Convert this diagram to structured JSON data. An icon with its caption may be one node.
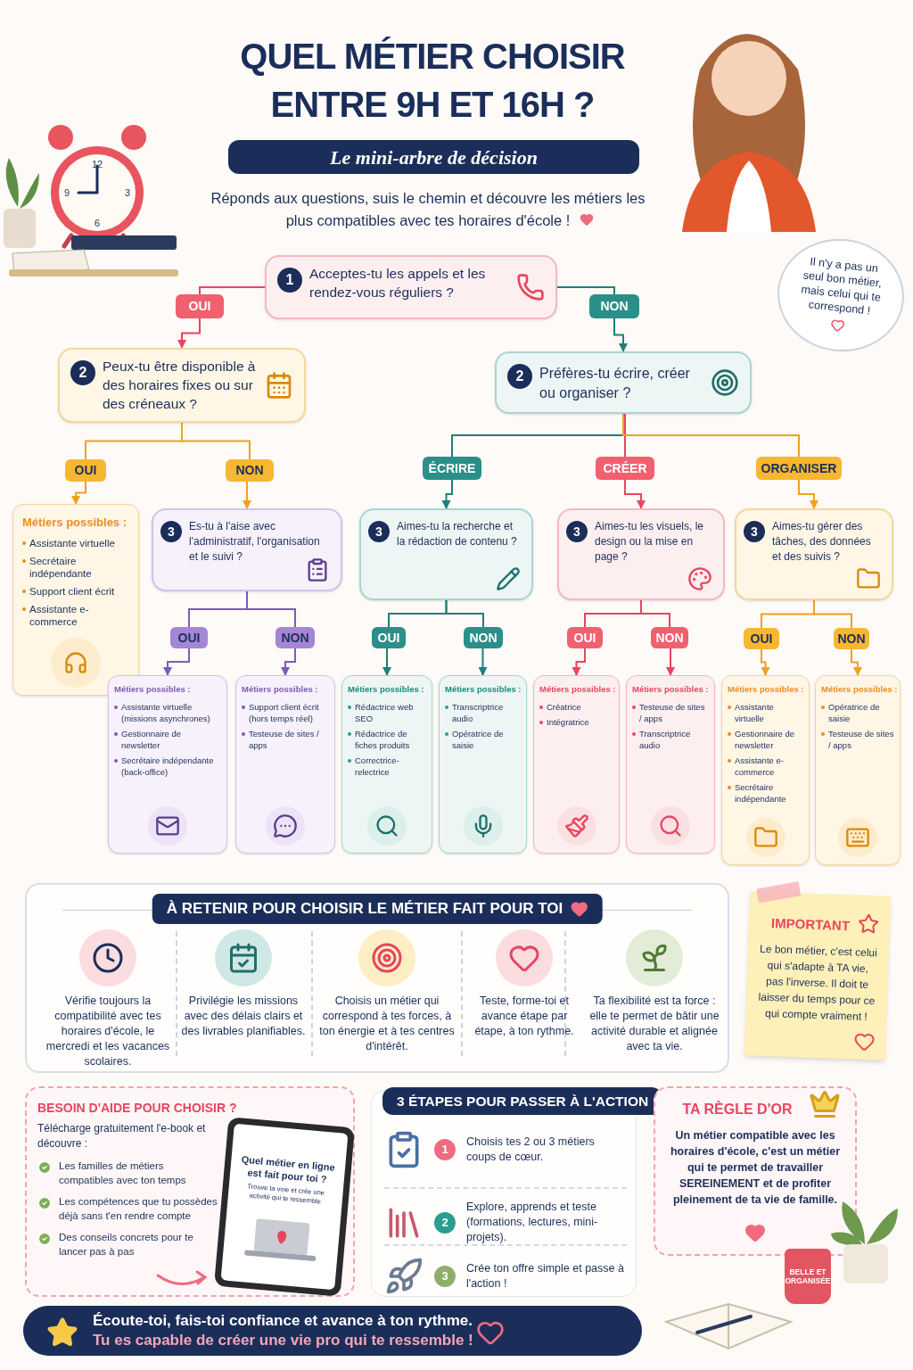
{
  "diagram": {
    "title": "QUEL MÉTIER CHOISIR ENTRE 9H ET 16H ?",
    "nodes": [
      {
        "text": [
          "1",
          "Acceptes-tu les appels et les rendez-vous réguliers ?"
        ]
      },
      {
        "text": [
          "OUI"
        ]
      },
      {
        "text": [
          "NON"
        ]
      },
      {
        "text": [
          "2",
          "Peux-tu être disponible à des horaires fixes ou sur des créneaux ?"
        ]
      },
      {
        "text": [
          "2",
          "Préfères-tu écrire, créer ou organiser ?"
        ]
      },
      {
        "text": [
          "OUI"
        ]
      },
      {
        "text": [
          "NON"
        ]
      },
      {
        "text": [
          "Métiers possibles :",
          "Assistante virtuelle",
          "Secrétaire indépendante",
          "Support client écrit",
          "Assistante e-commerce"
        ]
      },
      {
        "text": [
          "3",
          "Es-tu à l'aise avec l'administratif, l'organisation et le suivi ?"
        ]
      },
      {
        "text": [
          "ÉCRIRE"
        ]
      },
      {
        "text": [
          "CRÉER"
        ]
      },
      {
        "text": [
          "ORGANISER"
        ]
      },
      {
        "text": [
          "3",
          "Aimes-tu la recherche et la rédaction de contenu ?"
        ]
      },
      {
        "text": [
          "3",
          "Aimes-tu les visuels, le design ou la mise en page ?"
        ]
      },
      {
        "text": [
          "3",
          "Aimes-tu gérer des tâches, des données et des suivis ?"
        ]
      },
      {
        "text": [
          "OUI"
        ]
      },
      {
        "text": [
          "NON"
        ]
      },
      {
        "text": [
          "OUI"
        ]
      },
      {
        "text": [
          "NON"
        ]
      },
      {
        "text": [
          "OUI"
        ]
      },
      {
        "text": [
          "NON"
        ]
      },
      {
        "text": [
          "OUI"
        ]
      },
      {
        "text": [
          "NON"
        ]
      },
      {
        "text": [
          "Métiers possibles :",
          "Assistante virtuelle (missions asynchrones)",
          "Gestionnaire de newsletter",
          "Secrétaire indépendante (back-office)"
        ]
      },
      {
        "text": [
          "Métiers possibles :",
          "Support client écrit (hors temps réel)",
          "Testeuse de sites / apps"
        ]
      },
      {
        "text": [
          "Métiers possibles :",
          "Rédactrice web SEO",
          "Rédactrice de fiches produits",
          "Correctrice-relectrice"
        ]
      },
      {
        "text": [
          "Métiers possibles :",
          "Transcriptrice audio",
          "Opératrice de saisie"
        ]
      },
      {
        "text": [
          "Métiers possibles :",
          "Créatrice",
          "Intégratrice"
        ]
      },
      {
        "text": [
          "Métiers possibles :",
          "Testeuse de sites / apps",
          "Transcriptrice audio"
        ]
      },
      {
        "text": [
          "Métiers possibles :",
          "Assistante virtuelle",
          "Gestionnaire de newsletter",
          "Assistante e-commerce",
          "Secrétaire indépendante"
        ]
      },
      {
        "text": [
          "Métiers possibles :",
          "Opératrice de saisie",
          "Testeuse de sites / apps"
        ]
      },
      {
        "text": [
          "À RETENIR POUR CHOISIR LE MÉTIER FAIT POUR TOI"
        ]
      },
      {
        "text": [
          "Vérifie toujours la compatibilité avec tes horaires d'école, le mercredi et les vacances scolaires."
        ],
        "in": 31
      },
      {
        "text": [
          "Privilégie les missions avec des délais clairs et des livrables planifiables."
        ],
        "in": 31
      },
      {
        "text": [
          "Choisis un métier qui correspond à tes forces, à ton énergie et à tes centres d'intérêt."
        ],
        "in": 31
      },
      {
        "text": [
          "Teste, forme-toi et avance étape par étape, à ton rythme."
        ],
        "in": 31
      },
      {
        "text": [
          "Ta flexibilité est ta force : elle te permet de bâtir une activité durable et alignée avec ta vie."
        ],
        "in": 31
      },
      {
        "text": [
          "IMPORTANT",
          "Le bon métier, c'est celui qui s'adapte à TA vie, pas l'inverse. Il doit te laisser du temps pour ce qui compte vraiment !"
        ]
      },
      {
        "text": [
          "BESOIN D'AIDE POUR CHOISIR ?",
          "Télécharge gratuitement l'e-book et découvre :",
          "Les familles de métiers compatibles avec ton temps",
          "Les compétences que tu possèdes déjà sans t'en rendre compte",
          "Des conseils concrets pour te lancer pas à pas"
        ]
      },
      {
        "text": [
          "3 ÉTAPES POUR PASSER À L'ACTION",
          "1",
          "Choisis tes 2 ou 3 métiers coups de cœur.",
          "2",
          "Explore, apprends et teste (formations, lectures, mini-projets).",
          "3",
          "Crée ton offre simple et passe à l'action !"
        ]
      },
      {
        "text": [
          "TA RÈGLE D'OR",
          "Un métier compatible avec les horaires d'école, c'est un métier qui te permet de travailler SEREINEMENT et de profiter pleinement de ta vie de famille."
        ]
      },
      {
        "text": [
          "Écoute-toi, fais-toi confiance et avance à ton rythme.",
          "Tu es capable de créer une vie pro qui te ressemble !"
        ]
      },
      {
        "text": [
          "Il n'y a pas un seul bon métier, mais celui qui te correspond !"
        ]
      }
    ],
    "edges": [
      {
        "from": 0,
        "to": 1,
        "arrow": "none",
        "color": "#e8455f"
      },
      {
        "from": 1,
        "to": 3,
        "arrow": "to",
        "color": "#e8455f"
      },
      {
        "from": 0,
        "to": 2,
        "arrow": "none",
        "color": "#1f7f7a"
      },
      {
        "from": 2,
        "to": 4,
        "arrow": "to",
        "color": "#1f7f7a"
      },
      {
        "from": 3,
        "to": 5,
        "arrow": "none",
        "color": "#f0a21f"
      },
      {
        "from": 5,
        "to": 7,
        "arrow": "to",
        "color": "#f0a21f"
      },
      {
        "from": 3,
        "to": 6,
        "arrow": "none",
        "color": "#f0a21f"
      },
      {
        "from": 6,
        "to": 8,
        "arrow": "to",
        "color": "#f0a21f"
      },
      {
        "from": 4,
        "to": 9,
        "arrow": "none",
        "color": "#1f7f7a"
      },
      {
        "from": 9,
        "to": 12,
        "arrow": "to",
        "color": "#1f7f7a"
      },
      {
        "from": 4,
        "to": 10,
        "arrow": "none",
        "color": "#e8455f"
      },
      {
        "from": 10,
        "to": 13,
        "arrow": "to",
        "color": "#e8455f"
      },
      {
        "from": 4,
        "to": 11,
        "arrow": "none",
        "color": "#f0a21f"
      },
      {
        "from": 11,
        "to": 14,
        "arrow": "to",
        "color": "#f0a21f"
      },
      {
        "from": 8,
        "to": 15,
        "arrow": "none",
        "color": "#7e5bb5"
      },
      {
        "from": 15,
        "to": 23,
        "arrow": "to",
        "color": "#7e5bb5"
      },
      {
        "from": 8,
        "to": 16,
        "arrow": "none",
        "color": "#7e5bb5"
      },
      {
        "from": 16,
        "to": 24,
        "arrow": "to",
        "color": "#7e5bb5"
      },
      {
        "from": 12,
        "to": 17,
        "arrow": "none",
        "color": "#1f7f7a"
      },
      {
        "from": 17,
        "to": 25,
        "arrow": "to",
        "color": "#1f7f7a"
      },
      {
        "from": 12,
        "to": 18,
        "arrow": "none",
        "color": "#1f7f7a"
      },
      {
        "from": 18,
        "to": 26,
        "arrow": "to",
        "color": "#1f7f7a"
      },
      {
        "from": 13,
        "to": 19,
        "arrow": "none",
        "color": "#e8455f"
      },
      {
        "from": 19,
        "to": 27,
        "arrow": "to",
        "color": "#e8455f"
      },
      {
        "from": 13,
        "to": 20,
        "arrow": "none",
        "color": "#e8455f"
      },
      {
        "from": 20,
        "to": 28,
        "arrow": "to",
        "color": "#e8455f"
      },
      {
        "from": 14,
        "to": 21,
        "arrow": "none",
        "color": "#f0a21f"
      },
      {
        "from": 21,
        "to": 29,
        "arrow": "to",
        "color": "#f0a21f"
      },
      {
        "from": 14,
        "to": 22,
        "arrow": "none",
        "color": "#f0a21f"
      },
      {
        "from": 22,
        "to": 30,
        "arrow": "to",
        "color": "#f0a21f"
      }
    ],
    "labels": [
      "Le mini-arbre de décision",
      "Réponds aux questions, suis le chemin et découvre les métiers les plus compatibles avec tes horaires d'école !",
      "12",
      "3",
      "6",
      "9",
      "Quel métier en ligne est fait pour toi ?",
      "Trouve ta voie et crée une activité qui te ressemble",
      "BELLE ET ORGANISÉE"
    ]
  }
}
